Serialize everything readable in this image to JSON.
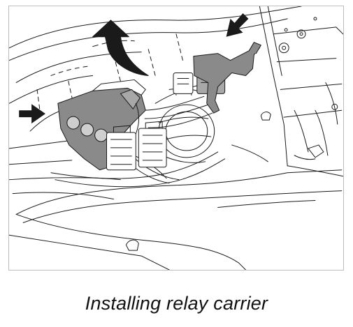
{
  "figure": {
    "caption": "Installing relay carrier",
    "colors": {
      "line": "#1a1a1a",
      "part_fill": "#8a8a8a",
      "part_fill_light": "#a8a8a8",
      "arrow_fill": "#1a1a1a",
      "background": "#ffffff"
    },
    "icons": [
      "direction-arrow",
      "rotation-arrow"
    ]
  }
}
